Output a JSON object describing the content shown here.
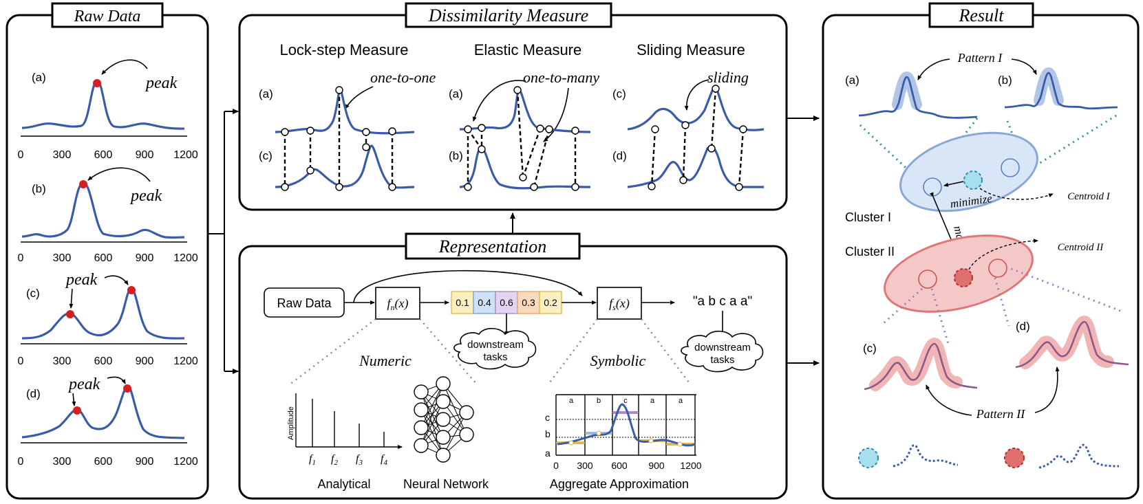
{
  "colors": {
    "curve": "#3a5ba9",
    "peak": "#d42020",
    "cluster1_fill": "#d9e6f7",
    "cluster1_stroke": "#8aa8d6",
    "cluster2_fill": "#f5c8c8",
    "cluster2_stroke": "#e07777",
    "centroid1": "#a8dff0",
    "centroid2": "#e07070",
    "pattern1_band": "#9db7e0",
    "pattern2_band": "#f0a8a8",
    "cell_blue": "#cfe0f7",
    "cell_purple": "#e3d4ef",
    "cell_orange": "#fbd9bd",
    "cell_yellow": "#fbf0c0",
    "teal_dots": "#2a8fa8",
    "purple_dots": "#9b7bc4",
    "sax_band": "#e0b94a"
  },
  "raw": {
    "title": "Raw Data",
    "panels": [
      {
        "label": "(a)",
        "annotations": [
          "peak"
        ],
        "ticks": [
          "0",
          "300",
          "600",
          "900",
          "1200"
        ]
      },
      {
        "label": "(b)",
        "annotations": [
          "peak"
        ],
        "ticks": [
          "0",
          "300",
          "600",
          "900",
          "1200"
        ]
      },
      {
        "label": "(c)",
        "annotations": [
          "peak"
        ],
        "ticks": [
          "0",
          "300",
          "600",
          "900",
          "1200"
        ]
      },
      {
        "label": "(d)",
        "annotations": [
          "peak"
        ],
        "ticks": [
          "0",
          "300",
          "600",
          "900",
          "1200"
        ]
      }
    ]
  },
  "dissim": {
    "title": "Dissimilarity Measure",
    "cols": [
      {
        "heading": "Lock-step Measure",
        "annotation": "one-to-one",
        "top_label": "(a)",
        "bottom_label": "(c)"
      },
      {
        "heading": "Elastic Measure",
        "annotation": "one-to-many",
        "top_label": "(a)",
        "bottom_label": "(b)"
      },
      {
        "heading": "Sliding Measure",
        "annotation": "sliding",
        "top_label": "(c)",
        "bottom_label": "(d)"
      }
    ]
  },
  "repr": {
    "title": "Representation",
    "raw_box": "Raw Data",
    "fn": "f",
    "fn_sub": "n",
    "fs": "f",
    "fs_sub": "s",
    "arg": "(x)",
    "cells": [
      "0.1",
      "0.4",
      "0.6",
      "0.3",
      "0.2"
    ],
    "symbol_string": "\"a b c a a\"",
    "cloud1": [
      "downstream",
      "tasks"
    ],
    "cloud2": [
      "downstream",
      "tasks"
    ],
    "numeric": "Numeric",
    "symbolic": "Symbolic",
    "amplitude": "Amplitude",
    "freq_labels": [
      "f",
      "f",
      "f",
      "f"
    ],
    "freq_subs": [
      "1",
      "2",
      "3",
      "4"
    ],
    "analytical": "Analytical",
    "neural": "Neural Network",
    "aggregate": "Aggregate Approximation",
    "sax_letters": [
      "a",
      "b",
      "c",
      "a",
      "a"
    ],
    "sax_levels": [
      "c",
      "b",
      "a"
    ],
    "sax_ticks": [
      "0",
      "300",
      "600",
      "900",
      "1200"
    ]
  },
  "result": {
    "title": "Result",
    "pattern1": "Pattern I",
    "pattern2": "Pattern II",
    "a": "(a)",
    "b": "(b)",
    "c": "(c)",
    "d": "(d)",
    "cluster1": "Cluster I",
    "cluster2": "Cluster II",
    "minimize": "minimize",
    "maximize": "maximize",
    "centroid1": "Centroid I",
    "centroid2": "Centroid II"
  }
}
